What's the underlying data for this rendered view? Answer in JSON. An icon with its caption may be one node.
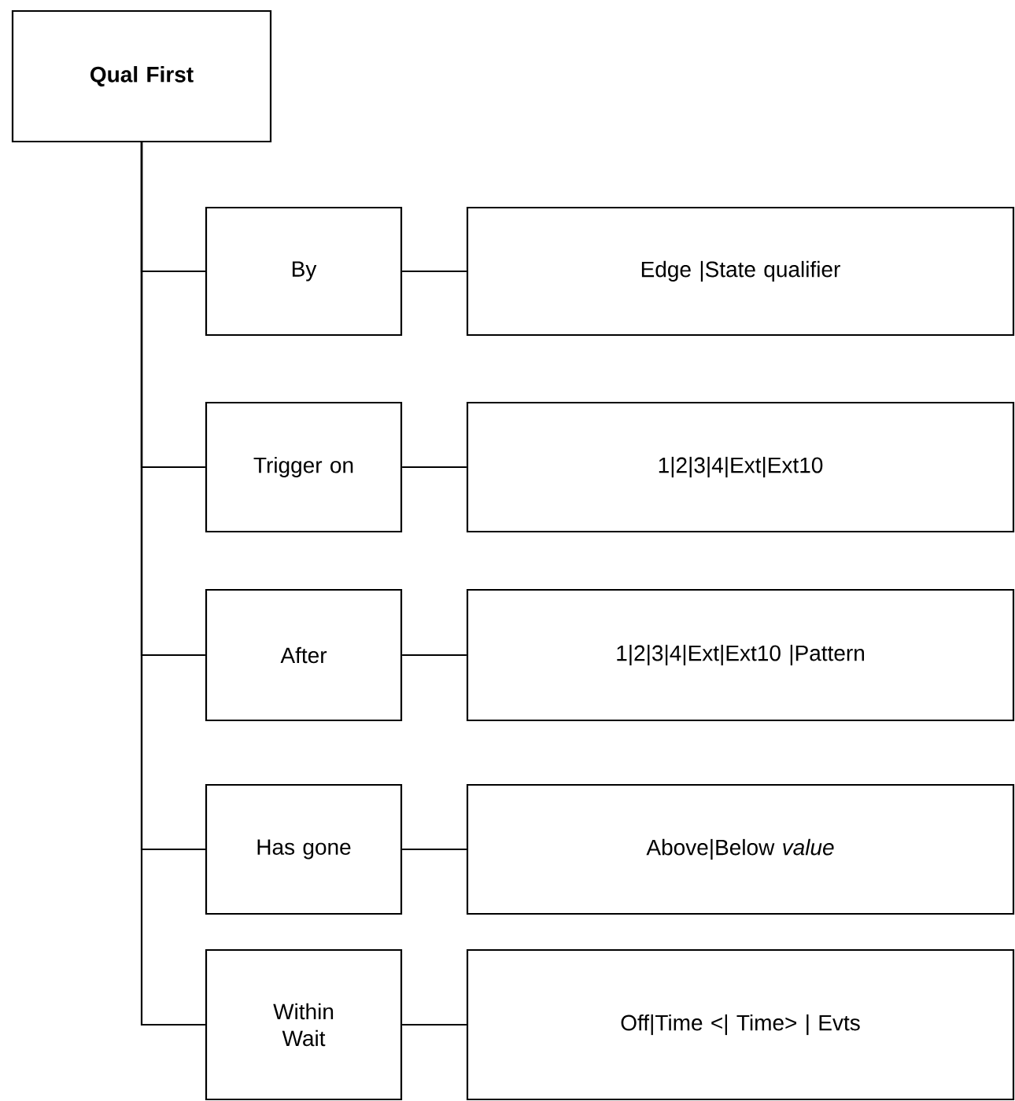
{
  "diagram": {
    "nodes": [
      {
        "text": [
          "Qual First"
        ]
      },
      {
        "text": [
          "By"
        ]
      },
      {
        "text": [
          "Edge |State qualifier"
        ]
      },
      {
        "text": [
          "Trigger on"
        ]
      },
      {
        "text": [
          "1|2|3|4|Ext|Ext10"
        ]
      },
      {
        "text": [
          "After"
        ]
      },
      {
        "text": [
          "1|2|3|4|Ext|Ext10 |Pattern"
        ]
      },
      {
        "text": [
          "Has gone"
        ]
      },
      {
        "text": [
          "Above|Below *value*"
        ]
      },
      {
        "text": [
          "Within Wait"
        ]
      },
      {
        "text": [
          "Off|Time <| Time> | Evts"
        ]
      }
    ],
    "edges": [
      {
        "from": 0,
        "to": 1,
        "arrow": "none"
      },
      {
        "from": 1,
        "to": 2,
        "arrow": "none"
      },
      {
        "from": 0,
        "to": 3,
        "arrow": "none"
      },
      {
        "from": 3,
        "to": 4,
        "arrow": "none"
      },
      {
        "from": 0,
        "to": 5,
        "arrow": "none"
      },
      {
        "from": 5,
        "to": 6,
        "arrow": "none"
      },
      {
        "from": 0,
        "to": 7,
        "arrow": "none"
      },
      {
        "from": 7,
        "to": 8,
        "arrow": "none"
      },
      {
        "from": 0,
        "to": 9,
        "arrow": "none"
      },
      {
        "from": 9,
        "to": 10,
        "arrow": "none"
      }
    ]
  }
}
